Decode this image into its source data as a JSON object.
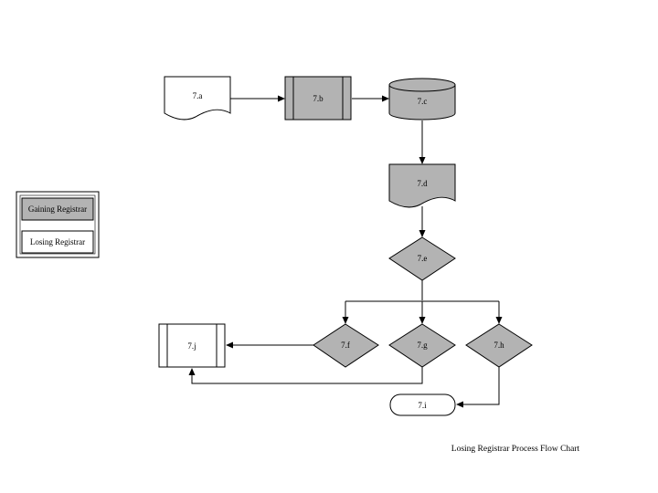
{
  "caption": "Losing Registrar Process Flow Chart",
  "legend": {
    "gaining": "Gaining Registrar",
    "losing": "Losing Registrar"
  },
  "colors": {
    "gaining_fill": "#b3b3b3",
    "losing_fill": "#ffffff",
    "stroke": "#000000"
  },
  "nodes": {
    "a": {
      "label": "7.a",
      "shape": "document"
    },
    "b": {
      "label": "7.b",
      "shape": "predefined-process"
    },
    "c": {
      "label": "7.c",
      "shape": "database"
    },
    "d": {
      "label": "7.d",
      "shape": "document"
    },
    "e": {
      "label": "7.e",
      "shape": "decision"
    },
    "f": {
      "label": "7.f",
      "shape": "decision"
    },
    "g": {
      "label": "7.g",
      "shape": "decision"
    },
    "h": {
      "label": "7.h",
      "shape": "decision"
    },
    "i": {
      "label": "7.i",
      "shape": "terminator"
    },
    "j": {
      "label": "7.j",
      "shape": "predefined-process"
    }
  }
}
